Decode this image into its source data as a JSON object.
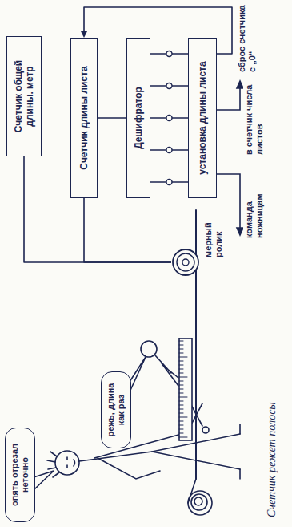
{
  "diagram": {
    "caption": "Счетчик режет полосы",
    "nodes": [
      {
        "text": [
          "Счетчик общей длины. метр"
        ]
      },
      {
        "text": [
          "Счетчик длины листа"
        ]
      },
      {
        "text": [
          "Дешифратор"
        ]
      },
      {
        "text": [
          "установка длины листа"
        ]
      },
      {
        "text": [
          "мерный ролик"
        ]
      },
      {
        "text": [
          "опять отрезал неточно"
        ]
      },
      {
        "text": [
          "режь, длина как раз"
        ]
      }
    ],
    "edges": [
      {
        "from": 4,
        "to": 0,
        "arrow": "none"
      },
      {
        "from": 4,
        "to": 1,
        "arrow": "none"
      },
      {
        "from": 1,
        "to": 2,
        "arrow": "none"
      },
      {
        "from": 2,
        "to": 3,
        "arrow": "none"
      },
      {
        "from": 2,
        "to": 3,
        "arrow": "none"
      },
      {
        "from": 2,
        "to": 3,
        "arrow": "none"
      },
      {
        "from": 2,
        "to": 3,
        "arrow": "none"
      },
      {
        "from": 2,
        "to": 3,
        "arrow": "none"
      },
      {
        "from": 3,
        "to": 1,
        "arrow": "to",
        "label": "сброс счетчика с „0“"
      }
    ],
    "labels": [
      "команда ножницам",
      "в счетчик числа листов"
    ]
  }
}
